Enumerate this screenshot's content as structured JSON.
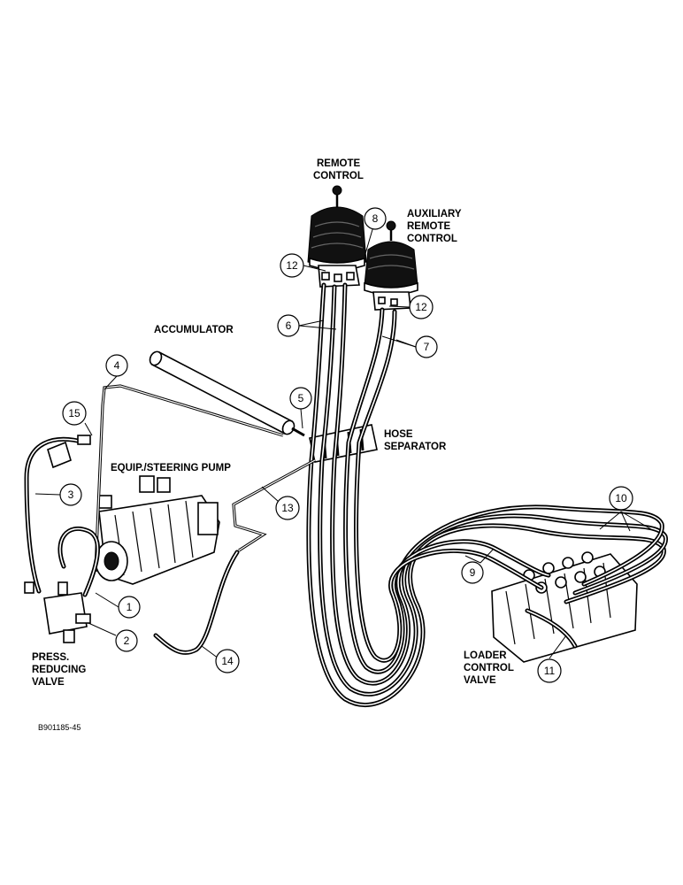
{
  "labels": {
    "remote_control": [
      "REMOTE",
      "CONTROL"
    ],
    "auxiliary_remote_control": [
      "AUXILIARY",
      "REMOTE",
      "CONTROL"
    ],
    "accumulator": "ACCUMULATOR",
    "hose_separator": [
      "HOSE",
      "SEPARATOR"
    ],
    "equip_steering_pump": "EQUIP./STEERING PUMP",
    "press_reducing_valve": [
      "PRESS.",
      "REDUCING",
      "VALVE"
    ],
    "loader_control_valve": [
      "LOADER",
      "CONTROL",
      "VALVE"
    ]
  },
  "callouts": {
    "c1": "1",
    "c2": "2",
    "c3": "3",
    "c4": "4",
    "c5": "5",
    "c6": "6",
    "c7": "7",
    "c8": "8",
    "c9": "9",
    "c10": "10",
    "c11": "11",
    "c12a": "12",
    "c12b": "12",
    "c13": "13",
    "c14": "14",
    "c15": "15"
  },
  "figure_code": "B901185-45",
  "colors": {
    "ink": "#000000",
    "paper": "#ffffff"
  }
}
